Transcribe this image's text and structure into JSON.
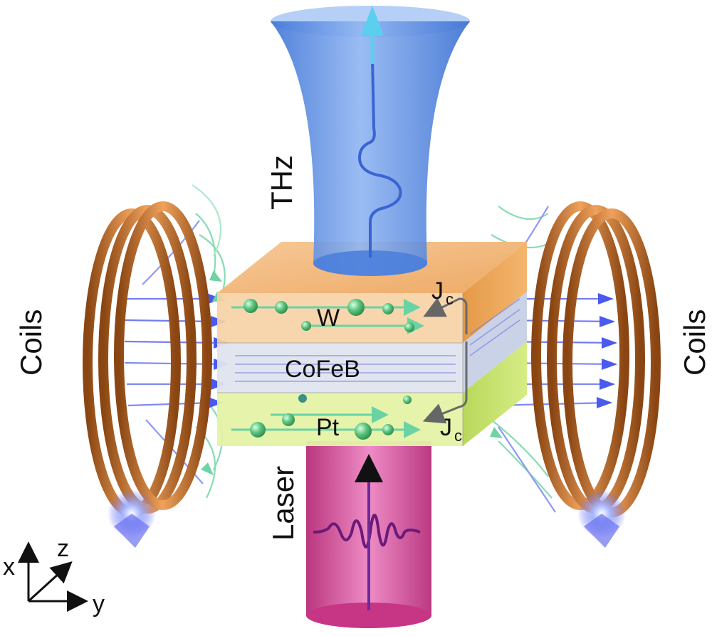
{
  "labels": {
    "thz": "THz",
    "laser": "Laser",
    "coils_left": "Coils",
    "coils_right": "Coils",
    "layer_w": "W",
    "layer_cofeb": "CoFeB",
    "layer_pt": "Pt",
    "jc_main": "J",
    "jc_sub": "c"
  },
  "axes": {
    "x": "x",
    "y": "y",
    "z": "z"
  },
  "colors": {
    "coil": "#c8702a",
    "thz_beam": "#5b8fe0",
    "laser_beam": "#d0358f",
    "layer_w": "#f2c08a",
    "layer_cofeb": "#d8dfea",
    "layer_pt": "#dcef90",
    "field_blue": "#4a5ef0",
    "field_green": "#5fcf9a",
    "spin_ball": "#55c47a"
  }
}
